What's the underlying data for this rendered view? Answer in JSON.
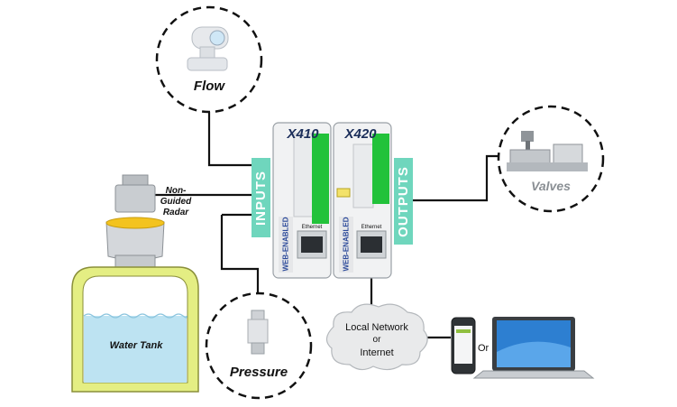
{
  "labels": {
    "flow": "Flow",
    "valves": "Valves",
    "pressure": "Pressure",
    "water_tank": "Water Tank",
    "radar_line1": "Non-",
    "radar_line2": "Guided",
    "radar_line3": "Radar",
    "inputs": "INPUTS",
    "outputs": "OUTPUTS",
    "network_line1": "Local Network",
    "network_line2": "or",
    "network_line3": "Internet",
    "or": "Or"
  },
  "devices": {
    "left_model": "X410",
    "right_model": "X420",
    "left_side_text": "WEB-ENABLED",
    "right_side_text": "WEB-ENABLED",
    "port_label": "Ethernet"
  },
  "colors": {
    "accent": "#6fd6bd",
    "terminal_green": "#22c23a",
    "tank_outline": "#d8e56a",
    "water": "#bde3f2",
    "cloud": "#e9eaeb",
    "radar_cap": "#f3c31f"
  }
}
